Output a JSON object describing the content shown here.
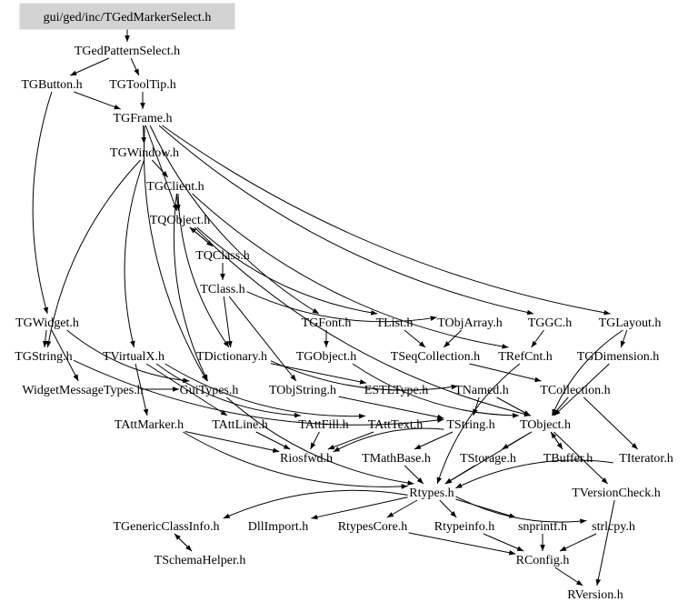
{
  "diagram": {
    "type": "include-dependency-graph",
    "root": "gui/ged/inc/TGedMarkerSelect.h",
    "nodes": [
      {
        "id": "root",
        "label": "gui/ged/inc/TGedMarkerSelect.h",
        "highlight": true
      },
      {
        "id": "TGedPatternSelect",
        "label": "TGedPatternSelect.h"
      },
      {
        "id": "TGButton",
        "label": "TGButton.h"
      },
      {
        "id": "TGToolTip",
        "label": "TGToolTip.h"
      },
      {
        "id": "TGFrame",
        "label": "TGFrame.h"
      },
      {
        "id": "TGWindow",
        "label": "TGWindow.h"
      },
      {
        "id": "TGClient",
        "label": "TGClient.h"
      },
      {
        "id": "TQObject",
        "label": "TQObject.h"
      },
      {
        "id": "TQClass",
        "label": "TQClass.h"
      },
      {
        "id": "TClass",
        "label": "TClass.h"
      },
      {
        "id": "TGWidget",
        "label": "TGWidget.h"
      },
      {
        "id": "TGFont",
        "label": "TGFont.h"
      },
      {
        "id": "TList",
        "label": "TList.h"
      },
      {
        "id": "TObjArray",
        "label": "TObjArray.h"
      },
      {
        "id": "TGGC",
        "label": "TGGC.h"
      },
      {
        "id": "TGLayout",
        "label": "TGLayout.h"
      },
      {
        "id": "TGString",
        "label": "TGString.h"
      },
      {
        "id": "TVirtualX",
        "label": "TVirtualX.h"
      },
      {
        "id": "TDictionary",
        "label": "TDictionary.h"
      },
      {
        "id": "TGObject",
        "label": "TGObject.h"
      },
      {
        "id": "TSeqCollection",
        "label": "TSeqCollection.h"
      },
      {
        "id": "TRefCnt",
        "label": "TRefCnt.h"
      },
      {
        "id": "TGDimension",
        "label": "TGDimension.h"
      },
      {
        "id": "WidgetMessageTypes",
        "label": "WidgetMessageTypes.h"
      },
      {
        "id": "GuiTypes",
        "label": "GuiTypes.h"
      },
      {
        "id": "TObjString",
        "label": "TObjString.h"
      },
      {
        "id": "ESTLType",
        "label": "ESTLType.h"
      },
      {
        "id": "TNamed",
        "label": "TNamed.h"
      },
      {
        "id": "TCollection",
        "label": "TCollection.h"
      },
      {
        "id": "TAttMarker",
        "label": "TAttMarker.h"
      },
      {
        "id": "TAttLine",
        "label": "TAttLine.h"
      },
      {
        "id": "TAttFill",
        "label": "TAttFill.h"
      },
      {
        "id": "TAttText",
        "label": "TAttText.h"
      },
      {
        "id": "TString",
        "label": "TString.h"
      },
      {
        "id": "TObject",
        "label": "TObject.h"
      },
      {
        "id": "Riosfwd",
        "label": "Riosfwd.h"
      },
      {
        "id": "TMathBase",
        "label": "TMathBase.h"
      },
      {
        "id": "TStorage",
        "label": "TStorage.h"
      },
      {
        "id": "TBuffer",
        "label": "TBuffer.h"
      },
      {
        "id": "TIterator",
        "label": "TIterator.h"
      },
      {
        "id": "Rtypes",
        "label": "Rtypes.h"
      },
      {
        "id": "TVersionCheck",
        "label": "TVersionCheck.h"
      },
      {
        "id": "TGenericClassInfo",
        "label": "TGenericClassInfo.h"
      },
      {
        "id": "DllImport",
        "label": "DllImport.h"
      },
      {
        "id": "RtypesCore",
        "label": "RtypesCore.h"
      },
      {
        "id": "Rtypeinfo",
        "label": "Rtypeinfo.h"
      },
      {
        "id": "snprintf",
        "label": "snprintf.h"
      },
      {
        "id": "strlcpy",
        "label": "strlcpy.h"
      },
      {
        "id": "TSchemaHelper",
        "label": "TSchemaHelper.h"
      },
      {
        "id": "RConfig",
        "label": "RConfig.h"
      },
      {
        "id": "RVersion",
        "label": "RVersion.h"
      }
    ],
    "edges": [
      [
        "root",
        "TGedPatternSelect"
      ],
      [
        "TGedPatternSelect",
        "TGButton"
      ],
      [
        "TGedPatternSelect",
        "TGToolTip"
      ],
      [
        "TGButton",
        "TGFrame"
      ],
      [
        "TGButton",
        "TGWidget"
      ],
      [
        "TGToolTip",
        "TGFrame"
      ],
      [
        "TGFrame",
        "TGWindow"
      ],
      [
        "TGFrame",
        "TQObject"
      ],
      [
        "TGFrame",
        "TGFont"
      ],
      [
        "TGFrame",
        "TGGC"
      ],
      [
        "TGFrame",
        "TGLayout"
      ],
      [
        "TGFrame",
        "GuiTypes"
      ],
      [
        "TGWindow",
        "TGClient"
      ],
      [
        "TGWindow",
        "TGString"
      ],
      [
        "TGWindow",
        "TVirtualX"
      ],
      [
        "TGClient",
        "TQObject"
      ],
      [
        "TGClient",
        "TRefCnt"
      ],
      [
        "TGClient",
        "TDictionary"
      ],
      [
        "TGClient",
        "GuiTypes"
      ],
      [
        "TQObject",
        "TQClass"
      ],
      [
        "TQObject",
        "TList"
      ],
      [
        "TQObject",
        "TObject"
      ],
      [
        "TQClass",
        "TQObject"
      ],
      [
        "TQClass",
        "TClass"
      ],
      [
        "TClass",
        "TDictionary"
      ],
      [
        "TClass",
        "TObjArray"
      ],
      [
        "TClass",
        "TObjString"
      ],
      [
        "TGWidget",
        "TGString"
      ],
      [
        "TGWidget",
        "WidgetMessageTypes"
      ],
      [
        "TGWidget",
        "GuiTypes"
      ],
      [
        "TGFont",
        "TGObject"
      ],
      [
        "TList",
        "TSeqCollection"
      ],
      [
        "TObjArray",
        "TSeqCollection"
      ],
      [
        "TGGC",
        "TRefCnt"
      ],
      [
        "TGLayout",
        "TGDimension"
      ],
      [
        "TGLayout",
        "TObject"
      ],
      [
        "TGString",
        "TString"
      ],
      [
        "TVirtualX",
        "TAttLine"
      ],
      [
        "TVirtualX",
        "TAttFill"
      ],
      [
        "TVirtualX",
        "TAttText"
      ],
      [
        "TVirtualX",
        "TAttMarker"
      ],
      [
        "TDictionary",
        "TNamed"
      ],
      [
        "TDictionary",
        "ESTLType"
      ],
      [
        "TGObject",
        "TObject"
      ],
      [
        "TSeqCollection",
        "TCollection"
      ],
      [
        "TRefCnt",
        "Rtypes"
      ],
      [
        "TGDimension",
        "TObject"
      ],
      [
        "WidgetMessageTypes",
        "GuiTypes"
      ],
      [
        "GuiTypes",
        "Rtypes"
      ],
      [
        "TObjString",
        "TString"
      ],
      [
        "TNamed",
        "TObject"
      ],
      [
        "TNamed",
        "TString"
      ],
      [
        "TCollection",
        "TObject"
      ],
      [
        "TCollection",
        "TIterator"
      ],
      [
        "TAttMarker",
        "Riosfwd"
      ],
      [
        "TAttMarker",
        "Rtypes"
      ],
      [
        "TAttLine",
        "Riosfwd"
      ],
      [
        "TAttFill",
        "Riosfwd"
      ],
      [
        "TAttText",
        "Riosfwd"
      ],
      [
        "TString",
        "TMathBase"
      ],
      [
        "TString",
        "Riosfwd"
      ],
      [
        "TObject",
        "TStorage"
      ],
      [
        "TObject",
        "TBuffer"
      ],
      [
        "TObject",
        "TVersionCheck"
      ],
      [
        "TObject",
        "Rtypes"
      ],
      [
        "TMathBase",
        "Rtypes"
      ],
      [
        "TStorage",
        "Rtypes"
      ],
      [
        "TBuffer",
        "TObject"
      ],
      [
        "TIterator",
        "Rtypes"
      ],
      [
        "TVersionCheck",
        "RVersion"
      ],
      [
        "Rtypes",
        "TGenericClassInfo"
      ],
      [
        "Rtypes",
        "DllImport"
      ],
      [
        "Rtypes",
        "RtypesCore"
      ],
      [
        "Rtypes",
        "Rtypeinfo"
      ],
      [
        "Rtypes",
        "snprintf"
      ],
      [
        "Rtypes",
        "strlcpy"
      ],
      [
        "TGenericClassInfo",
        "TSchemaHelper"
      ],
      [
        "TSchemaHelper",
        "TGenericClassInfo"
      ],
      [
        "RtypesCore",
        "RConfig"
      ],
      [
        "Rtypeinfo",
        "RConfig"
      ],
      [
        "snprintf",
        "RConfig"
      ],
      [
        "strlcpy",
        "RConfig"
      ],
      [
        "RConfig",
        "RVersion"
      ]
    ]
  }
}
